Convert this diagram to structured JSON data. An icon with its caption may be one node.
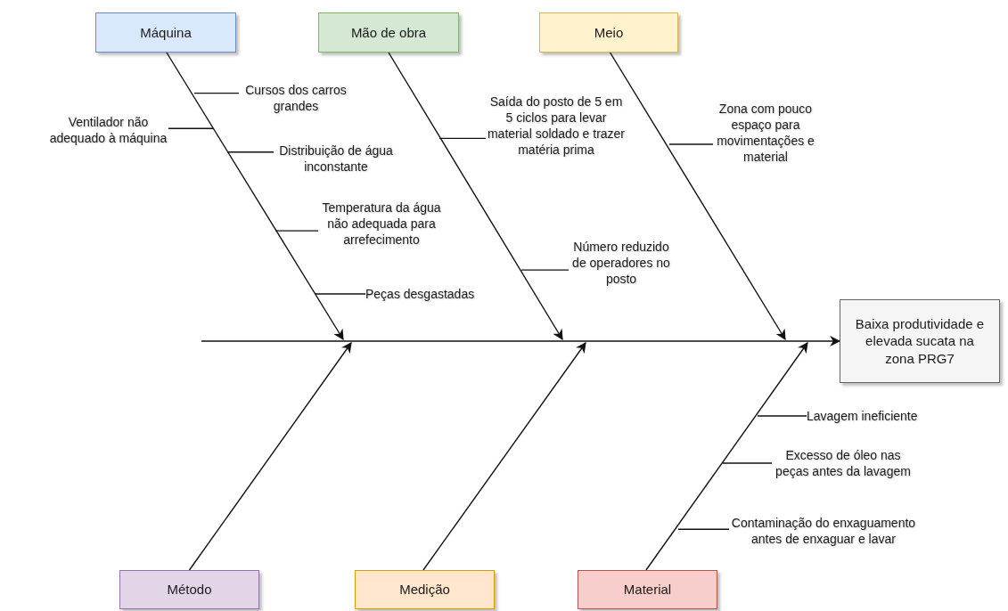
{
  "diagram": {
    "nodes": [
      {
        "text": [
          "Máquina"
        ]
      },
      {
        "text": [
          "Mão de obra"
        ]
      },
      {
        "text": [
          "Meio"
        ]
      },
      {
        "text": [
          "Cursos dos carros grandes"
        ]
      },
      {
        "text": [
          "Ventilador não adequado à máquina"
        ]
      },
      {
        "text": [
          "Distribuição de água inconstante"
        ]
      },
      {
        "text": [
          "Saída do posto de 5 em 5 ciclos para levar material soldado e trazer matéria prima"
        ]
      },
      {
        "text": [
          "Zona com pouco espaço para movimentações e material"
        ]
      },
      {
        "text": [
          "Temperatura da água não adequada para arrefecimento"
        ]
      },
      {
        "text": [
          "Número reduzido de operadores no posto"
        ]
      },
      {
        "text": [
          "Peças desgastadas"
        ]
      },
      {
        "text": [
          "Baixa produtividade e elevada sucata na zona PRG7"
        ]
      },
      {
        "text": [
          "Lavagem ineficiente"
        ]
      },
      {
        "text": [
          "Excesso de óleo nas peças antes da lavagem"
        ]
      },
      {
        "text": [
          "Contaminação do enxaguamento antes de enxaguar e lavar"
        ]
      },
      {
        "text": [
          "Método"
        ]
      },
      {
        "text": [
          "Medição"
        ]
      },
      {
        "text": [
          "Material"
        ]
      }
    ],
    "edges": [
      {
        "from": 0,
        "to": null,
        "arrow": "to"
      },
      {
        "from": 1,
        "to": null,
        "arrow": "to"
      },
      {
        "from": 2,
        "to": null,
        "arrow": "to"
      },
      {
        "from": null,
        "to": 11,
        "arrow": "to"
      },
      {
        "from": 15,
        "to": null,
        "arrow": "to"
      },
      {
        "from": 16,
        "to": null,
        "arrow": "to"
      },
      {
        "from": 17,
        "to": null,
        "arrow": "to"
      },
      {
        "from": 3,
        "to": null,
        "arrow": "none"
      },
      {
        "from": 4,
        "to": null,
        "arrow": "none"
      },
      {
        "from": 5,
        "to": null,
        "arrow": "none"
      },
      {
        "from": 6,
        "to": null,
        "arrow": "none"
      },
      {
        "from": 7,
        "to": null,
        "arrow": "none"
      },
      {
        "from": 8,
        "to": null,
        "arrow": "none"
      },
      {
        "from": 9,
        "to": null,
        "arrow": "none"
      },
      {
        "from": 10,
        "to": null,
        "arrow": "none"
      },
      {
        "from": 12,
        "to": null,
        "arrow": "none"
      },
      {
        "from": 13,
        "to": null,
        "arrow": "none"
      },
      {
        "from": 14,
        "to": null,
        "arrow": "none"
      }
    ]
  }
}
